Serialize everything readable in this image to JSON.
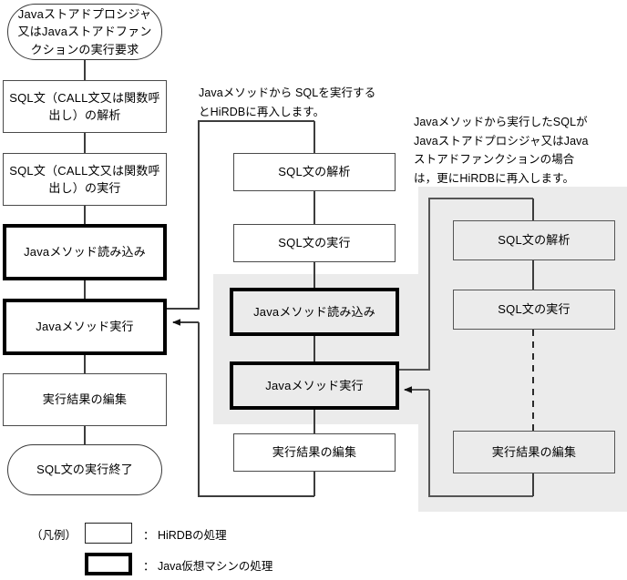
{
  "diagram": {
    "title": "Java stored procedure / Java stored function execution flow",
    "colors": {
      "band_gray": "#ebebeb",
      "hirdb_border": "#4a4a4a",
      "jvm_border": "#000000",
      "line": "#555555",
      "text": "#000000",
      "background": "#ffffff"
    },
    "left_column": {
      "name": "hirdb-main-flow",
      "nodes": [
        {
          "id": "start",
          "shape": "terminal",
          "kind": "hirdb",
          "label": "Javaストアドプロシジャ\n又はJavaストアドファン\nクションの実行要求"
        },
        {
          "id": "parse-call",
          "shape": "process",
          "kind": "hirdb",
          "label": "SQL文（CALL文又は関数呼\n出し）の解析"
        },
        {
          "id": "exec-call",
          "shape": "process",
          "kind": "hirdb",
          "label": "SQL文（CALL文又は関数呼\n出し）の実行"
        },
        {
          "id": "load-java-method",
          "shape": "process",
          "kind": "jvm",
          "label": "Javaメソッド読み込み"
        },
        {
          "id": "exec-java-method",
          "shape": "process",
          "kind": "jvm",
          "label": "Javaメソッド実行"
        },
        {
          "id": "edit-result",
          "shape": "process",
          "kind": "hirdb",
          "label": "実行結果の編集"
        },
        {
          "id": "end",
          "shape": "terminal",
          "kind": "hirdb",
          "label": "SQL文の実行終了"
        }
      ]
    },
    "middle_column": {
      "name": "reentry-flow-level-1",
      "note": "Javaメソッドから SQLを実行する\nとHiRDBに再入します。",
      "nodes": [
        {
          "id": "m-parse-sql",
          "shape": "process",
          "kind": "hirdb",
          "label": "SQL文の解析"
        },
        {
          "id": "m-exec-sql",
          "shape": "process",
          "kind": "hirdb",
          "label": "SQL文の実行"
        },
        {
          "id": "m-load-java-method",
          "shape": "process",
          "kind": "jvm",
          "label": "Javaメソッド読み込み"
        },
        {
          "id": "m-exec-java-method",
          "shape": "process",
          "kind": "jvm",
          "label": "Javaメソッド実行"
        },
        {
          "id": "m-edit-result",
          "shape": "process",
          "kind": "hirdb",
          "label": "実行結果の編集"
        }
      ]
    },
    "right_column": {
      "name": "reentry-flow-level-2",
      "note": "Javaメソッドから実行したSQLが\nJavaストアドプロシジャ又はJava\nストアドファンクションの場合\nは，更にHiRDBに再入します。",
      "nodes": [
        {
          "id": "r-parse-sql",
          "shape": "process",
          "kind": "hirdb",
          "label": "SQL文の解析"
        },
        {
          "id": "r-exec-sql",
          "shape": "process",
          "kind": "hirdb",
          "label": "SQL文の実行"
        },
        {
          "id": "r-edit-result",
          "shape": "process",
          "kind": "hirdb",
          "label": "実行結果の編集"
        }
      ]
    },
    "legend": {
      "name": "legend",
      "caption": "（凡例）",
      "items": [
        {
          "style": "thin-box",
          "label": "： HiRDBの処理"
        },
        {
          "style": "thick-box",
          "label": "： Java仮想マシンの処理"
        }
      ]
    }
  }
}
